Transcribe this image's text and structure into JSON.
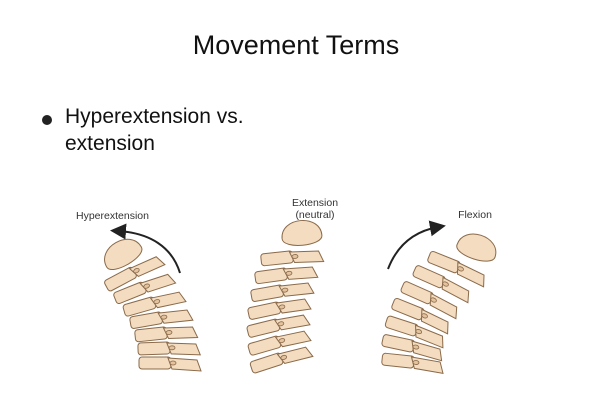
{
  "slide": {
    "title": "Movement Terms",
    "bullets": [
      "Hyperextension vs. extension"
    ]
  },
  "figure": {
    "labels": {
      "hyperextension": "Hyperextension",
      "extension_line1": "Extension",
      "extension_line2": "(neutral)",
      "flexion": "Flexion"
    },
    "colors": {
      "bone_fill": "#f3dcc0",
      "bone_stroke": "#8a6a4a",
      "arrow": "#222222"
    }
  }
}
